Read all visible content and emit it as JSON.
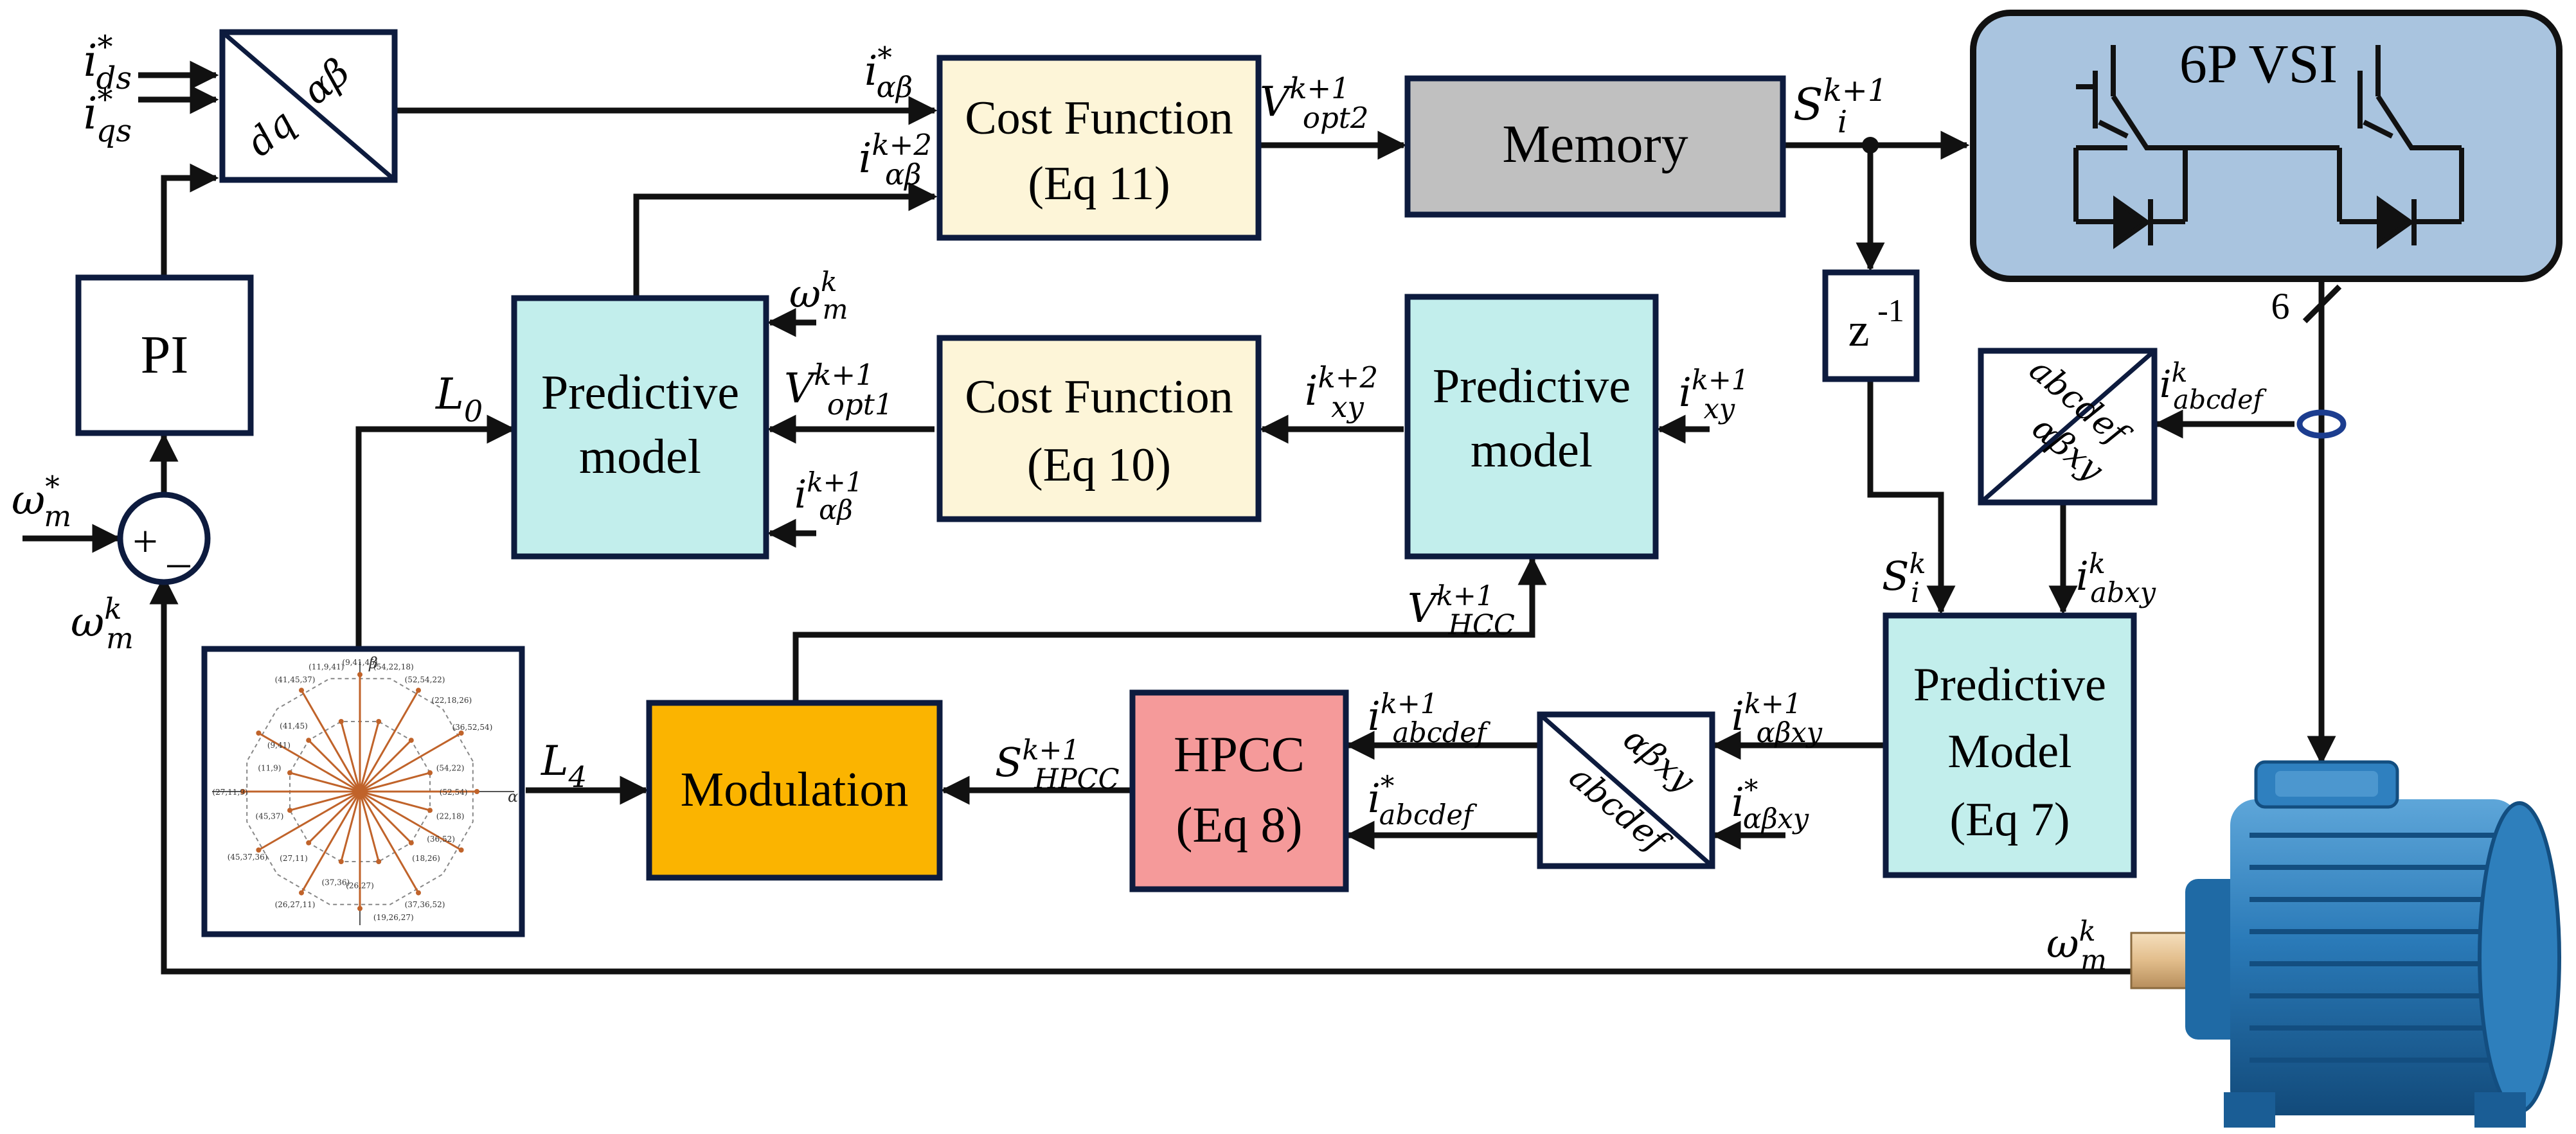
{
  "colors": {
    "stroke": "#0d1b3e",
    "line": "#111111",
    "cost_fill": "#fdf5d8",
    "memory_fill": "#c0c0c0",
    "predictive_fill": "#c2eeec",
    "modulation_fill": "#fbb400",
    "hpcc_fill": "#f59a9a",
    "vsi_fill": "#a9c4df",
    "motor_fill": "#2a7ab8",
    "shaft_fill": "#e8c79a",
    "vector_color": "#c0632a"
  },
  "blocks": {
    "cost11": [
      "Cost Function",
      "(Eq 11)"
    ],
    "memory": "Memory",
    "vsi": "6P VSI",
    "pi": "PI",
    "pred_left": [
      "Predictive",
      "model"
    ],
    "cost10": [
      "Cost Function",
      "(Eq 10)"
    ],
    "pred_mid": [
      "Predictive",
      "model"
    ],
    "zinv": "z",
    "zinv_exp": "-1",
    "pred_model7": [
      "Predictive",
      "Model",
      "(Eq 7)"
    ],
    "modulation": "Modulation",
    "hpcc": [
      "HPCC",
      "(Eq 8)"
    ],
    "sum_plus": "+",
    "sum_minus": "_",
    "bus_count": "6"
  },
  "transforms": {
    "ab_dq": {
      "top": "αβ",
      "bottom": "dq"
    },
    "abcdef_abxy": {
      "top": "abcdef",
      "bottom": "αβxy"
    },
    "abxy_abcdef": {
      "top": "αβxy",
      "bottom": "abcdef"
    }
  },
  "signals": {
    "ids": {
      "base": "i",
      "sup": "*",
      "sub": "ds"
    },
    "iqs": {
      "base": "i",
      "sup": "*",
      "sub": "qs"
    },
    "ialphabeta_star": {
      "base": "i",
      "sup": "*",
      "sub": "αβ"
    },
    "ialphabeta_k2": {
      "base": "i",
      "sup": "k+2",
      "sub": "αβ"
    },
    "vopt2": {
      "base": "V",
      "sup": "k+1",
      "sub": "opt2"
    },
    "si_k1": {
      "base": "S",
      "sup": "k+1",
      "sub": "i"
    },
    "omega_m_k_pred": {
      "base": "ω",
      "sup": "k",
      "sub": "m"
    },
    "L0": {
      "base": "L",
      "sup": "",
      "sub": "0"
    },
    "vopt1": {
      "base": "V",
      "sup": "k+1",
      "sub": "opt1"
    },
    "ialphabeta_k1": {
      "base": "i",
      "sup": "k+1",
      "sub": "αβ"
    },
    "ixy_k2": {
      "base": "i",
      "sup": "k+2",
      "sub": "xy"
    },
    "ixy_k1": {
      "base": "i",
      "sup": "k+1",
      "sub": "xy"
    },
    "iabcdef_k": {
      "base": "i",
      "sup": "k",
      "sub": "abcdef"
    },
    "omega_m_star": {
      "base": "ω",
      "sup": "*",
      "sub": "m"
    },
    "omega_m_k_fb": {
      "base": "ω",
      "sup": "k",
      "sub": "m"
    },
    "si_k": {
      "base": "S",
      "sup": "k",
      "sub": "i"
    },
    "iabxy_k": {
      "base": "i",
      "sup": "k",
      "sub": "abxy"
    },
    "vhcc": {
      "base": "V",
      "sup": "k+1",
      "sub": "HCC"
    },
    "L4": {
      "base": "L",
      "sup": "",
      "sub": "4"
    },
    "shpcc": {
      "base": "S",
      "sup": "k+1",
      "sub": "HPCC"
    },
    "iabcdef_k1": {
      "base": "i",
      "sup": "k+1",
      "sub": "abcdef"
    },
    "iabcdef_star": {
      "base": "i",
      "sup": "*",
      "sub": "abcdef"
    },
    "iabxy_k1": {
      "base": "i",
      "sup": "k+1",
      "sub": "αβxy"
    },
    "iabxy_star": {
      "base": "i",
      "sup": "*",
      "sub": "αβxy"
    },
    "omega_m_k_motor": {
      "base": "ω",
      "sup": "k",
      "sub": "m"
    }
  },
  "vector_diagram": {
    "axis_alpha": "α",
    "axis_beta": "β",
    "labels": [
      "(54,22,18)",
      "(52,54,22)",
      "(22,18,26)",
      "(36,52,54)",
      "(54,22)",
      "(52,54)",
      "(22,18)",
      "(36,52)",
      "(18,26)",
      "(37,36,52)",
      "(19,26,27)",
      "(26,27)",
      "(37,36)",
      "(26,27,11)",
      "(27,11)",
      "(45,37,36)",
      "(45,37)",
      "(27,11,9)",
      "(11,9)",
      "(9,41)",
      "(41,45)",
      "(41,45,37)",
      "(11,9,41)",
      "(9,41,45)"
    ]
  }
}
